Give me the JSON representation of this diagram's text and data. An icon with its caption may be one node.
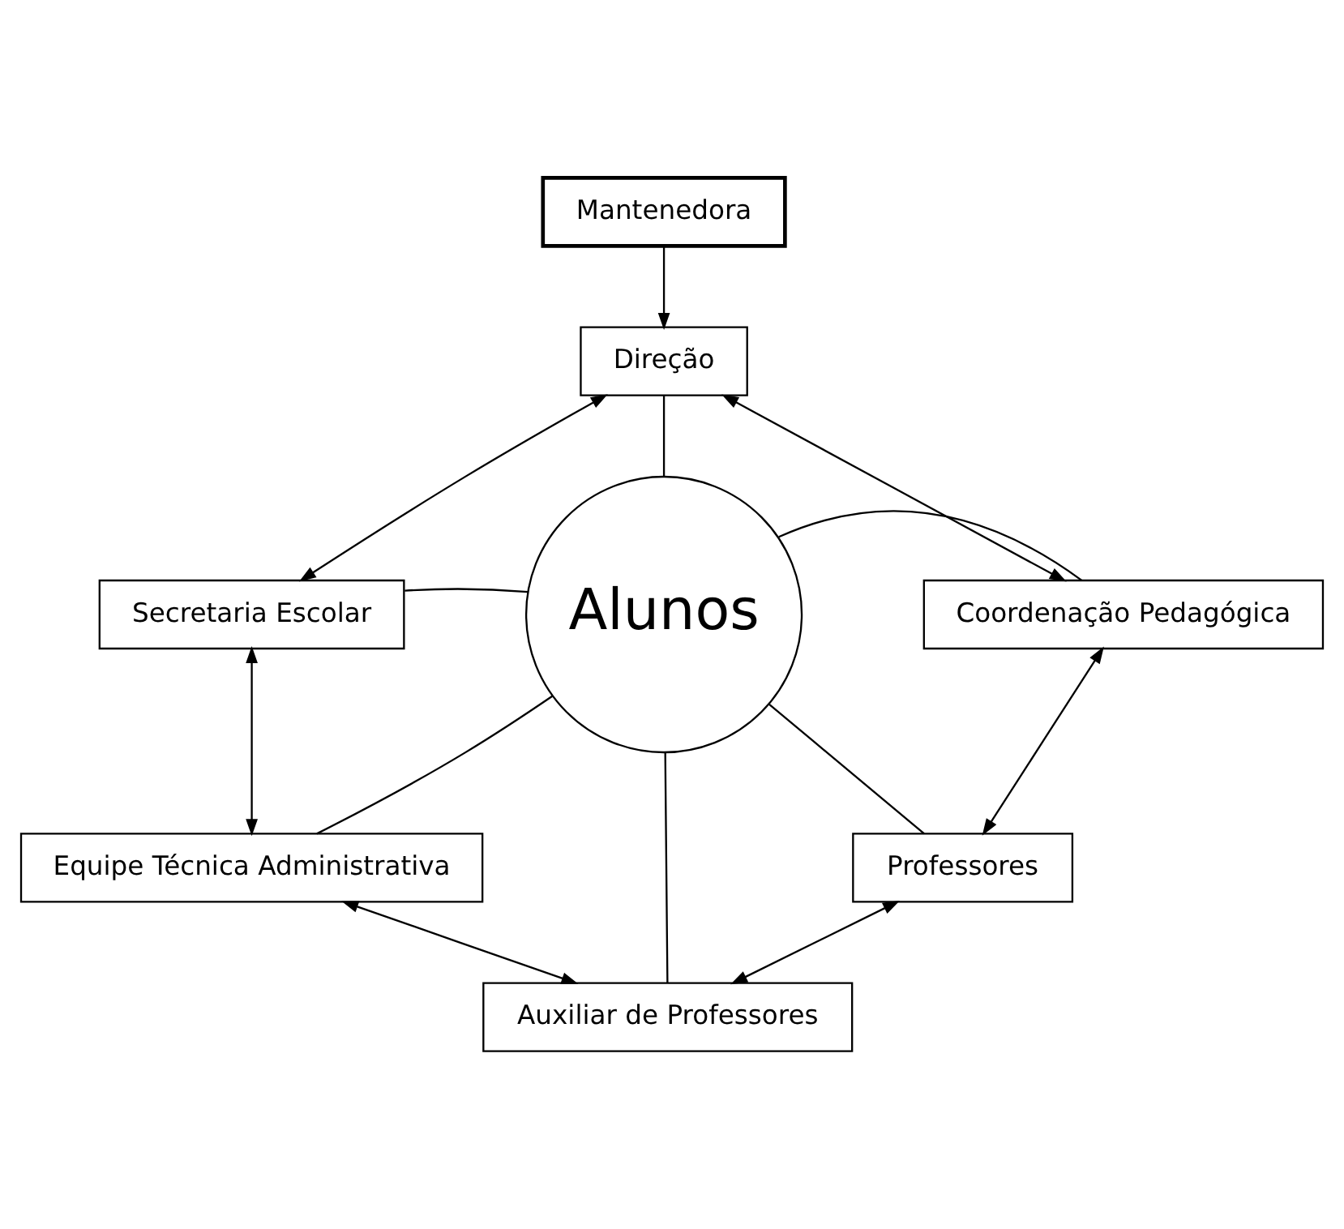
{
  "diagram": {
    "nodes": [
      {
        "text": [
          "Mantenedora"
        ]
      },
      {
        "text": [
          "Direção"
        ]
      },
      {
        "text": [
          "Secretaria Escolar"
        ]
      },
      {
        "text": [
          "Coordenação Pedagógica"
        ]
      },
      {
        "text": [
          "Alunos"
        ]
      },
      {
        "text": [
          "Equipe Técnica Administrativa"
        ]
      },
      {
        "text": [
          "Professores"
        ]
      },
      {
        "text": [
          "Auxiliar de Professores"
        ]
      }
    ],
    "edges": [
      {
        "from": 0,
        "to": 1,
        "arrow": "to"
      },
      {
        "from": 1,
        "to": 2,
        "arrow": "both"
      },
      {
        "from": 1,
        "to": 3,
        "arrow": "both"
      },
      {
        "from": 1,
        "to": 4,
        "arrow": "none"
      },
      {
        "from": 2,
        "to": 4,
        "arrow": "none"
      },
      {
        "from": 3,
        "to": 4,
        "arrow": "none"
      },
      {
        "from": 2,
        "to": 5,
        "arrow": "both"
      },
      {
        "from": 3,
        "to": 6,
        "arrow": "both"
      },
      {
        "from": 4,
        "to": 5,
        "arrow": "none"
      },
      {
        "from": 4,
        "to": 6,
        "arrow": "none"
      },
      {
        "from": 4,
        "to": 7,
        "arrow": "none"
      },
      {
        "from": 5,
        "to": 7,
        "arrow": "both"
      },
      {
        "from": 6,
        "to": 7,
        "arrow": "both"
      }
    ]
  }
}
